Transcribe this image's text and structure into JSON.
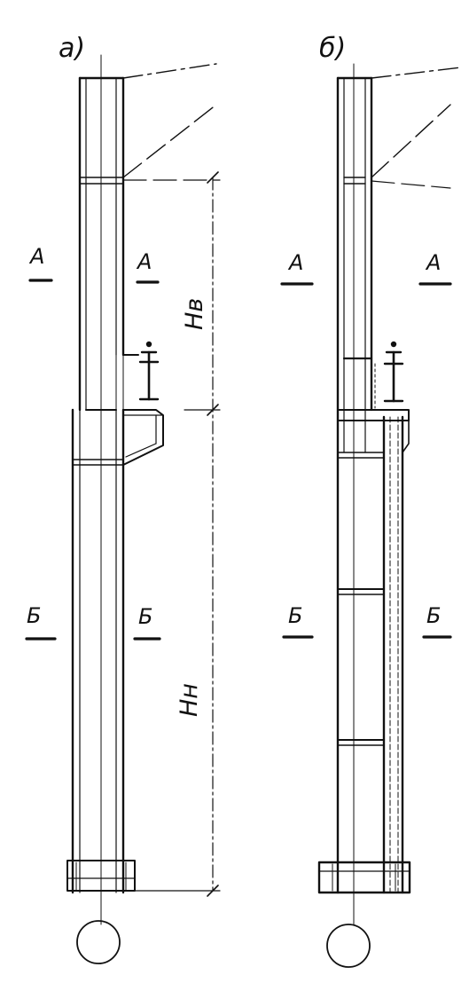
{
  "figure": {
    "panels": [
      {
        "id": "a",
        "label": "а)"
      },
      {
        "id": "b",
        "label": "б)"
      }
    ],
    "sections": {
      "upper": "А",
      "lower": "Б"
    },
    "dimensions": {
      "upper_height": "Hв",
      "lower_height": "Hн"
    }
  }
}
